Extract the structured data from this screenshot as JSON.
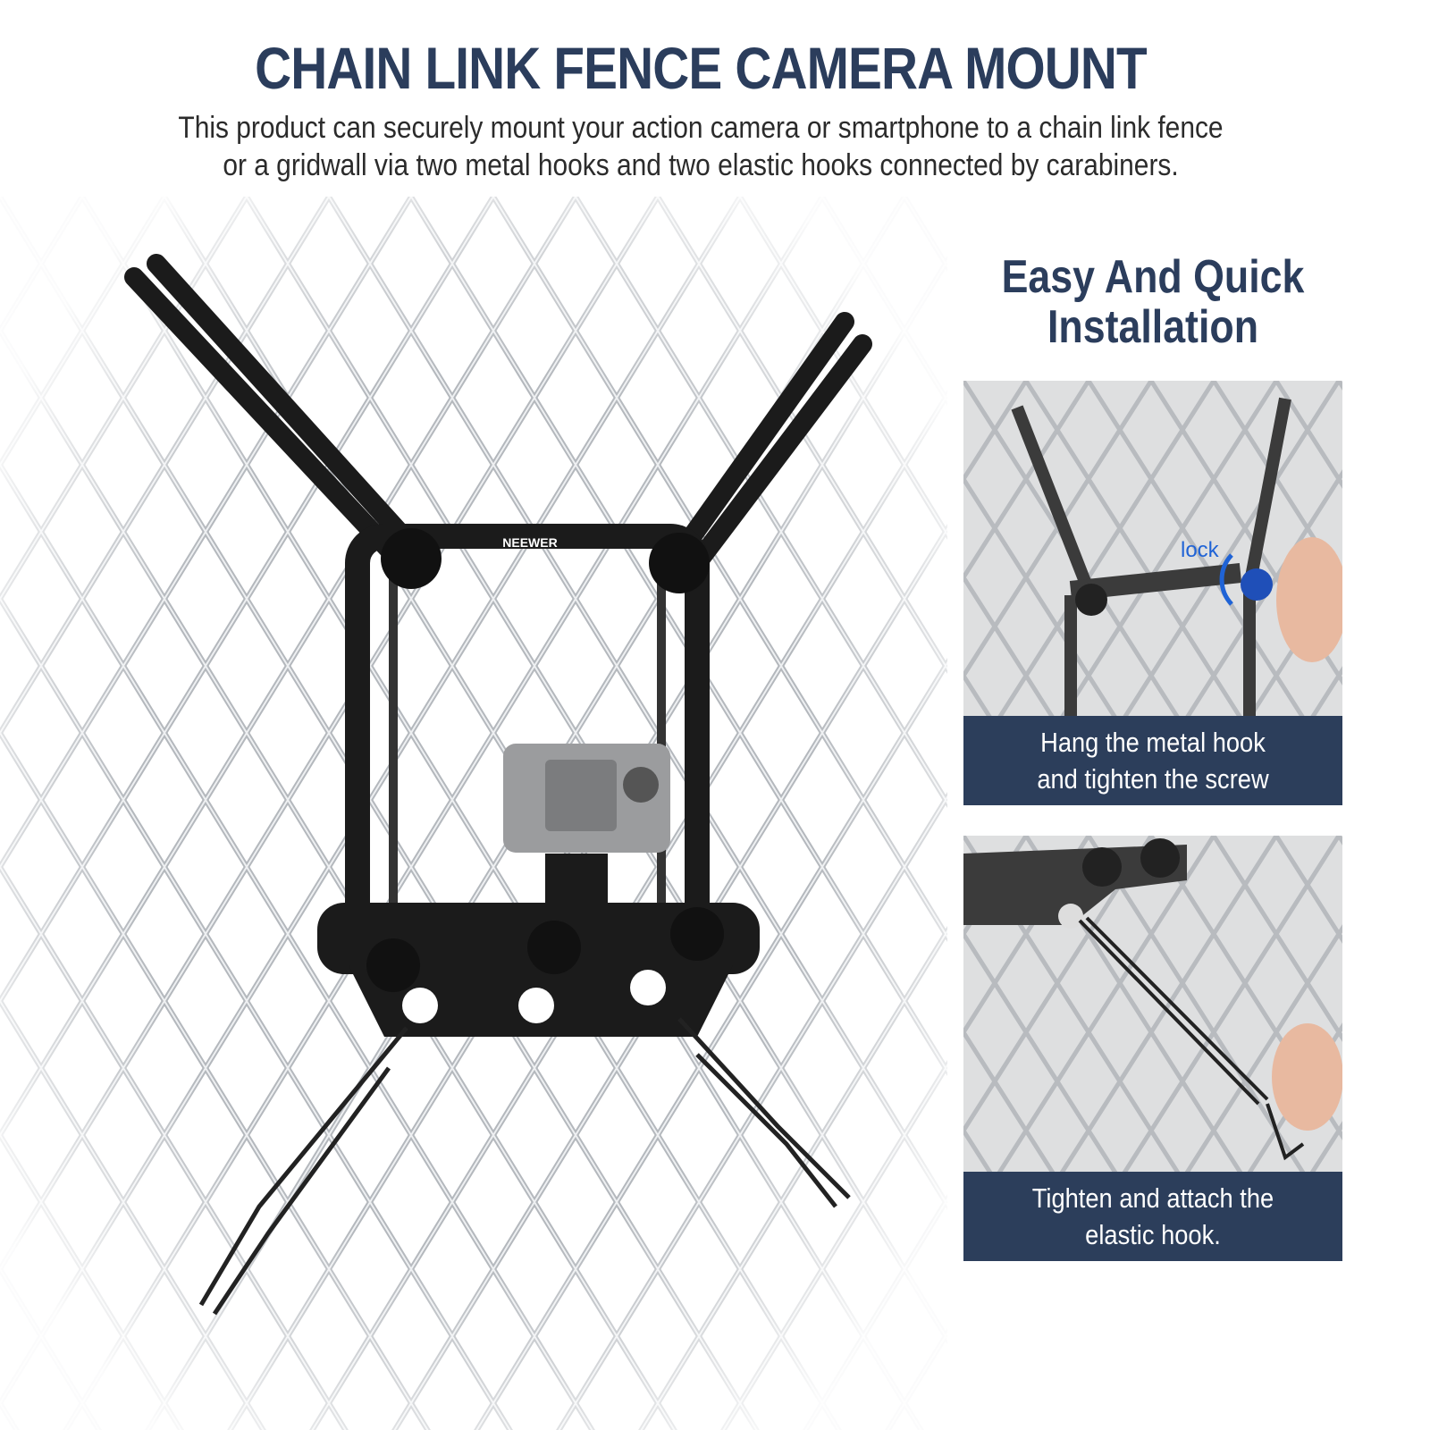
{
  "header": {
    "title": "CHAIN LINK FENCE CAMERA MOUNT",
    "subtitle_lines": [
      "This product can securely mount your action camera or smartphone to a chain link fence",
      "or a gridwall via two metal hooks and two elastic hooks connected by carabiners."
    ]
  },
  "main_image": {
    "brand": "NEEWER"
  },
  "side": {
    "title_lines": [
      "Easy And Quick",
      "Installation"
    ],
    "steps": [
      {
        "annotation": "lock",
        "caption_lines": [
          "Hang the metal hook",
          "and tighten the screw"
        ]
      },
      {
        "caption_lines": [
          "Tighten and attach the",
          "elastic hook."
        ]
      }
    ]
  },
  "colors": {
    "navy": "#2c3e5b",
    "accent_blue": "#1f63d6"
  }
}
